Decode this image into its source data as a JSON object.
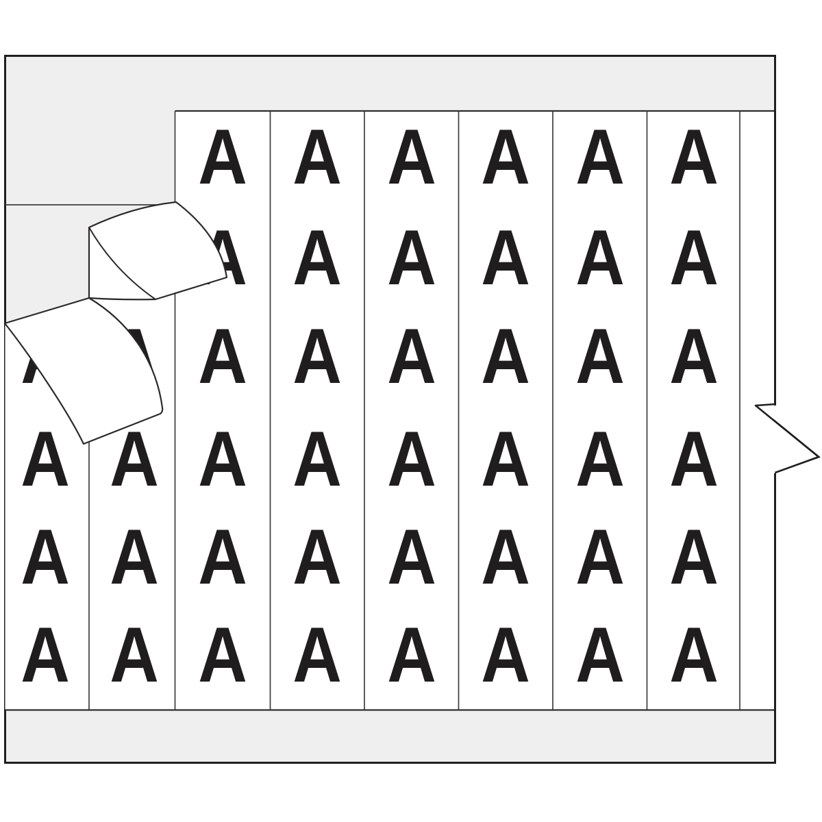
{
  "product_card": {
    "letter": "A",
    "letter_color": "#201d1e",
    "card_background": "#efefef",
    "strip_background": "#ffffff",
    "outline_color": "#1f1f1f",
    "grid": {
      "rows": 6,
      "columns": 8,
      "letters_per_column": [
        4,
        5,
        6,
        6,
        6,
        6,
        6,
        6
      ],
      "total_letters": 45
    },
    "peeled_labels_count": 2
  }
}
